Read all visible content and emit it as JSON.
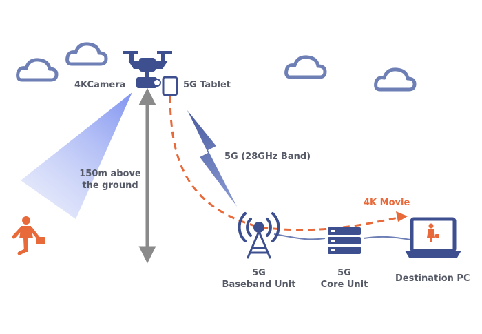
{
  "labels": {
    "camera": "4KCamera",
    "tablet": "5G Tablet",
    "altitude_line1": "150m above",
    "altitude_line2": "the ground",
    "link": "5G (28GHz Band)",
    "movie": "4K Movie",
    "baseband_line1": "5G",
    "baseband_line2": "Baseband Unit",
    "core_line1": "5G",
    "core_line2": "Core Unit",
    "destination": "Destination PC"
  },
  "colors": {
    "navy": "#3d4f8f",
    "cloud": "#6e7fb5",
    "orange": "#e86a3a",
    "gray_arrow": "#8a8a8a",
    "text": "#555a66",
    "beam": "#7b8ff0"
  },
  "icons": [
    "cloud-icon",
    "drone-icon",
    "tablet-icon",
    "person-icon",
    "antenna-icon",
    "server-icon",
    "laptop-icon",
    "lightning-icon"
  ]
}
